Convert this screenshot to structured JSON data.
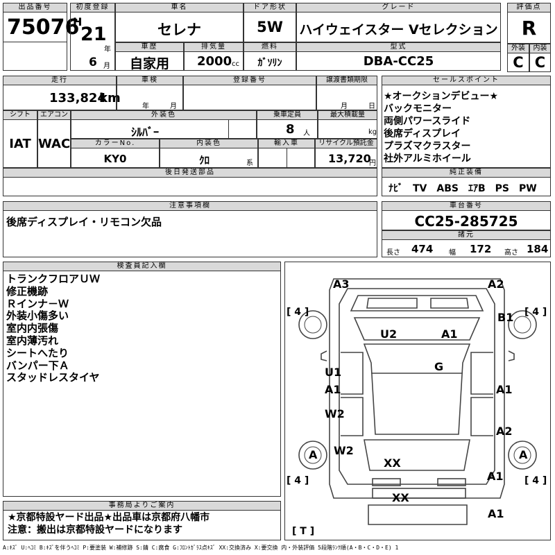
{
  "header": {
    "lot_label": "出品番号",
    "lot_number": "75076",
    "first_reg_label": "初度登録",
    "era": "H",
    "year": "21",
    "year_unit": "年",
    "month": "6",
    "month_unit": "月",
    "car_name_label": "車名",
    "car_name": "セレナ",
    "door_label": "ドア形状",
    "door": "5W",
    "grade_label": "グレード",
    "grade": "ハイウェイスター Vセレクション",
    "score_label": "評価点",
    "score": "R",
    "history_label": "車歴",
    "history": "自家用",
    "displacement_label": "排気量",
    "displacement": "2000",
    "displacement_unit": "cc",
    "fuel_label": "燃料",
    "fuel": "ｶﾞｿﾘﾝ",
    "model_label": "型式",
    "model": "DBA-CC25",
    "exterior_label": "外装",
    "exterior": "C",
    "interior_label": "内装",
    "interior": "C"
  },
  "row2": {
    "mileage_label": "走行",
    "mileage": "133,824",
    "mileage_unit": "km",
    "inspection_label": "車検",
    "year_unit": "年",
    "month_unit": "月",
    "reg_label": "登録番号",
    "transfer_label": "譲渡書類期限",
    "transfer_month": "月",
    "transfer_day": "日",
    "shift_label": "シフト",
    "shift": "IAT",
    "ac_label": "エアコン",
    "ac": "WAC",
    "ext_color_label": "外装色",
    "ext_color": "ｼﾙﾊﾞｰ",
    "capacity_label": "乗車定員",
    "capacity": "8",
    "capacity_unit": "人",
    "load_label": "最大積載量",
    "load_unit": "kg",
    "color_no_label": "カラーNo.",
    "color_no": "KY0",
    "int_color_label": "内装色",
    "int_color": "ｸﾛ",
    "int_color_unit": "系",
    "import_label": "輸入車",
    "recycle_label": "リサイクル預託金",
    "recycle": "13,720",
    "recycle_unit": "円",
    "later_parts_label": "後日発送部品"
  },
  "sales": {
    "label": "セールスポイント",
    "lines": [
      "★オークションデビュー★",
      "バックモニター",
      "両側パワースライド",
      "後席ディスプレイ",
      "プラズマクラスター",
      "社外アルミホイール"
    ]
  },
  "equipment": {
    "label": "純正装備",
    "value": "ﾅﾋﾞ　TV　ABS　ｴｱB　PS　PW"
  },
  "caution": {
    "label": "注意事項欄",
    "text": "後席ディスプレイ・リモコン欠品"
  },
  "chassis": {
    "label": "車台番号",
    "number": "CC25-285725",
    "spec_label": "諸元",
    "length_label": "長さ",
    "length": "474",
    "width_label": "幅",
    "width": "172",
    "height_label": "高さ",
    "height": "184"
  },
  "inspector": {
    "label": "検査員記入欄",
    "lines": [
      "トランクフロアＵＷ",
      "修正機跡",
      "Ｒインナ－Ｗ",
      "外装小傷多い",
      "室内内張傷",
      "室内薄汚れ",
      "シートへたり",
      "バンパー下Ａ",
      "スタッドレスタイヤ"
    ]
  },
  "office": {
    "label": "事務局よりご案内",
    "lines": [
      "★京都特設ヤード出品★出品車は京都府八幡市",
      "注意：搬出は京都特設ヤードになります"
    ]
  },
  "diagram": {
    "marks": [
      "A3",
      "A2",
      "B1",
      "U2",
      "A1",
      "G",
      "U1",
      "A1",
      "A1",
      "W2",
      "A2",
      "W2",
      "A",
      "A",
      "XX",
      "A1",
      "XX",
      "A1"
    ],
    "tire_marks": [
      "[ 4 ]",
      "[ 4 ]",
      "[ 4 ]",
      "[ 4 ]",
      "[ T ]"
    ]
  },
  "legend": "A:ｷｽﾞ U:ﾍｺﾐ B:ｷｽﾞを伴うﾍｺﾐ P:要塗装 W:補修跡 S:錆 C:腐食 G:ﾌﾛﾝﾄｶﾞﾗｽ点ｷｽﾞ XX:交換済み X:要交換 内・外装評価 5段階ﾗﾝｸ順(A・B・C・D・E) 1"
}
